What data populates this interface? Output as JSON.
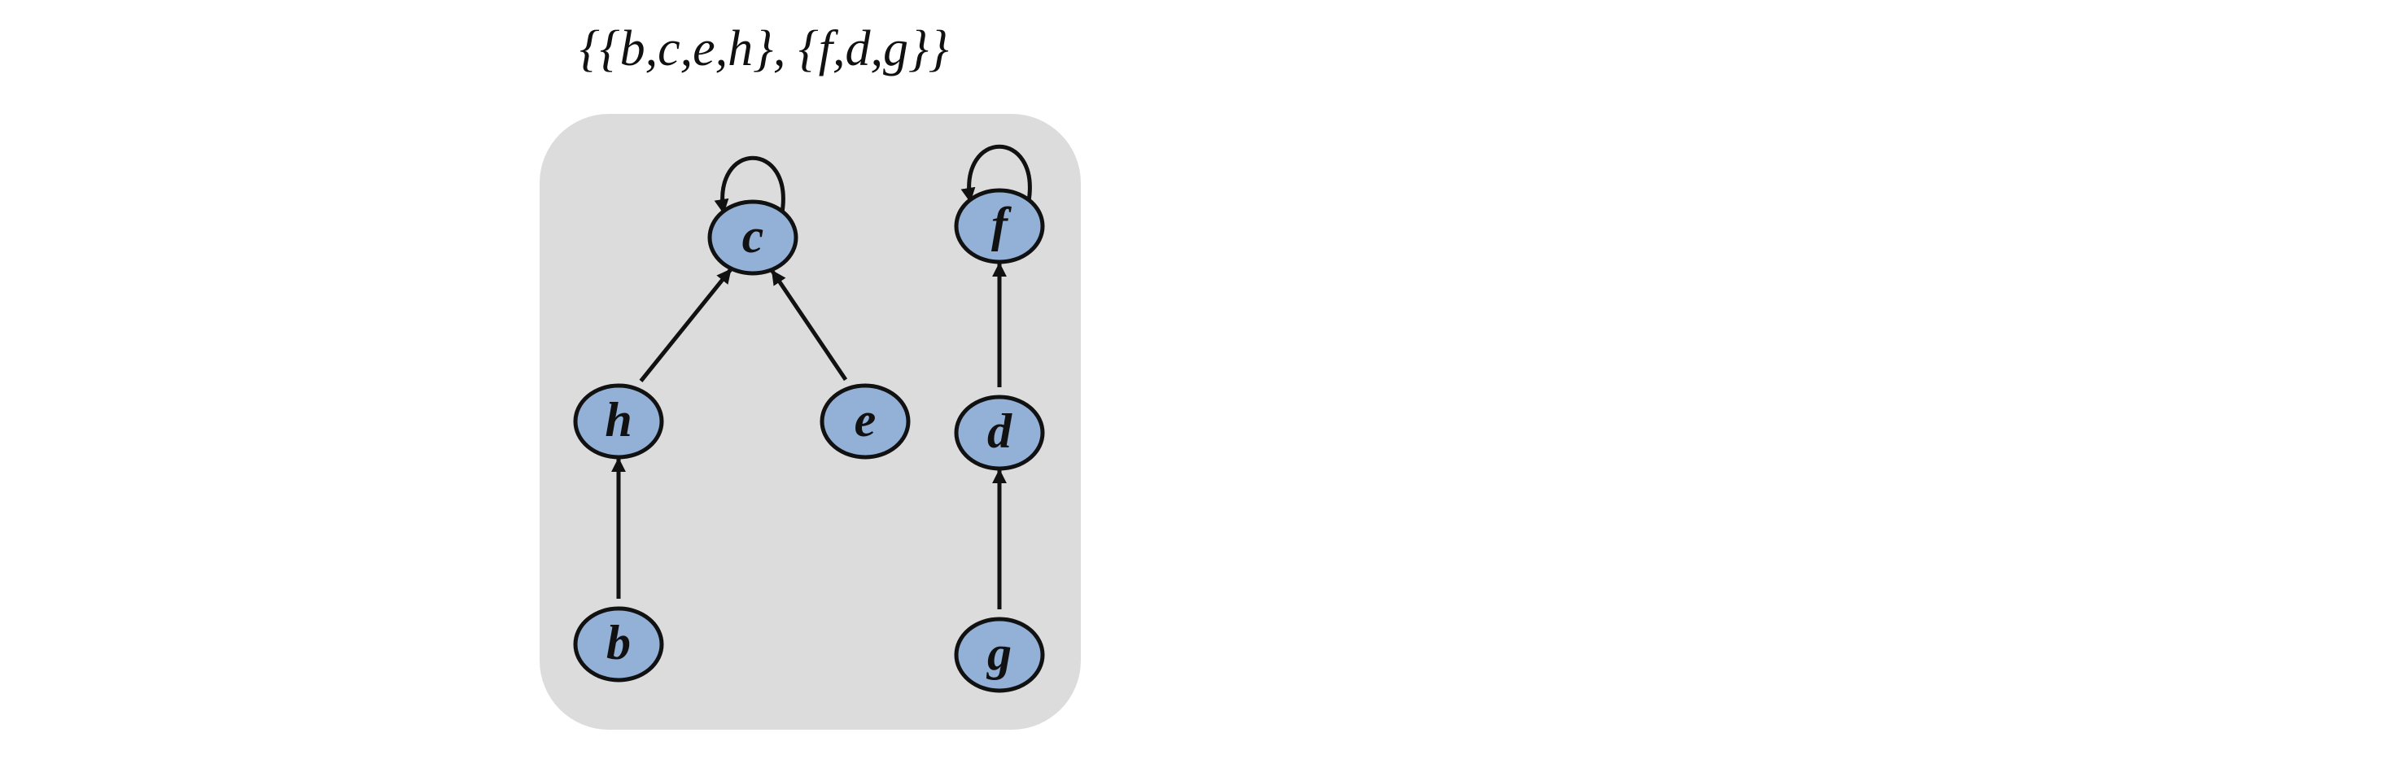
{
  "title": "{{b,c,e,h},   {f,d,g}}",
  "colors": {
    "node_fill": "#93b0d7",
    "node_stroke": "#111111",
    "group_background": "#dcdcdc",
    "edge": "#111111"
  },
  "nodes": [
    {
      "id": "c",
      "label": "c"
    },
    {
      "id": "h",
      "label": "h"
    },
    {
      "id": "e",
      "label": "e"
    },
    {
      "id": "b",
      "label": "b"
    },
    {
      "id": "f",
      "label": "f"
    },
    {
      "id": "d",
      "label": "d"
    },
    {
      "id": "g",
      "label": "g"
    }
  ],
  "edges": [
    {
      "from": "c",
      "to": "c",
      "kind": "self-loop"
    },
    {
      "from": "h",
      "to": "c"
    },
    {
      "from": "e",
      "to": "c"
    },
    {
      "from": "b",
      "to": "h"
    },
    {
      "from": "f",
      "to": "f",
      "kind": "self-loop"
    },
    {
      "from": "d",
      "to": "f"
    },
    {
      "from": "g",
      "to": "d"
    }
  ]
}
